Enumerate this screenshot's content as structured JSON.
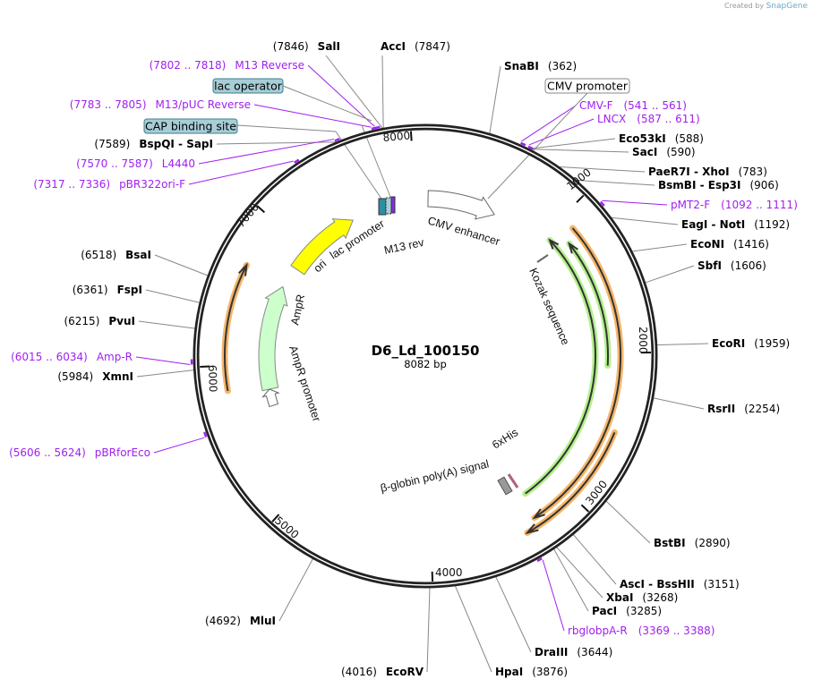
{
  "credit": {
    "prefix": "Created by",
    "brand": "SnapGene"
  },
  "plasmid": {
    "name": "D6_Ld_100150",
    "length_label": "8082 bp",
    "length": 8082
  },
  "ticks": [
    "1000",
    "2000",
    "3000",
    "4000",
    "5000",
    "6000",
    "7000",
    "8000"
  ],
  "enzymes": [
    {
      "name": "SnaBI",
      "pos": "(362)"
    },
    {
      "name": "Eco53kI",
      "pos": "(588)"
    },
    {
      "name": "SacI",
      "pos": "(590)"
    },
    {
      "name": "PaeR7I  - XhoI",
      "pos": "(783)"
    },
    {
      "name": "BsmBI  - Esp3I",
      "pos": "(906)"
    },
    {
      "name": "EagI  - NotI",
      "pos": "(1192)"
    },
    {
      "name": "EcoNI",
      "pos": "(1416)"
    },
    {
      "name": "SbfI",
      "pos": "(1606)"
    },
    {
      "name": "EcoRI",
      "pos": "(1959)"
    },
    {
      "name": "RsrII",
      "pos": "(2254)"
    },
    {
      "name": "BstBI",
      "pos": "(2890)"
    },
    {
      "name": "AscI  - BssHII",
      "pos": "(3151)"
    },
    {
      "name": "XbaI",
      "pos": "(3268)"
    },
    {
      "name": "PacI",
      "pos": "(3285)"
    },
    {
      "name": "DraIII",
      "pos": "(3644)"
    },
    {
      "name": "HpaI",
      "pos": "(3876)"
    },
    {
      "name": "EcoRV",
      "pos": "(4016)"
    },
    {
      "name": "MluI",
      "pos": "(4692)"
    },
    {
      "name": "XmnI",
      "pos": "(5984)"
    },
    {
      "name": "PvuI",
      "pos": "(6215)"
    },
    {
      "name": "FspI",
      "pos": "(6361)"
    },
    {
      "name": "BsaI",
      "pos": "(6518)"
    },
    {
      "name": "BspQI  - SapI",
      "pos": "(7589)"
    },
    {
      "name": "SalI",
      "pos": "(7846)"
    },
    {
      "name": "AccI",
      "pos": "(7847)"
    }
  ],
  "primers": [
    {
      "name": "CMV-F",
      "range": "(541 .. 561)"
    },
    {
      "name": "LNCX",
      "range": "(587 .. 611)"
    },
    {
      "name": "pMT2-F",
      "range": "(1092 .. 1111)"
    },
    {
      "name": "rbglobpA-R",
      "range": "(3369 .. 3388)"
    },
    {
      "name": "pBRforEco",
      "range": "(5606 .. 5624)"
    },
    {
      "name": "Amp-R",
      "range": "(6015 .. 6034)"
    },
    {
      "name": "pBR322ori-F",
      "range": "(7317 .. 7336)"
    },
    {
      "name": "L4440",
      "range": "(7570 .. 7587)"
    },
    {
      "name": "M13/pUC Reverse",
      "range": "(7783 .. 7805)"
    },
    {
      "name": "M13 Reverse",
      "range": "(7802 .. 7818)"
    }
  ],
  "feature_boxes": {
    "lac_operator": "lac operator",
    "cap_site": "CAP binding site",
    "cmv_promoter": "CMV promoter"
  },
  "features": {
    "lac_promoter": "lac promoter",
    "m13_rev": "M13 rev",
    "cmv_enhancer": "CMV enhancer",
    "kozak": "Kozak sequence",
    "ampr": "AmpR",
    "ampr_promoter": "AmpR promoter",
    "ori": "ori",
    "his": "6xHis",
    "polya": "β-globin poly(A) signal"
  },
  "colors": {
    "primer": "#a020f0",
    "orf": "#f5b66a",
    "green": "#b4f08c",
    "ori": "#ffff00",
    "ampr": "#ccffcc",
    "box": "#a7cdd6"
  }
}
